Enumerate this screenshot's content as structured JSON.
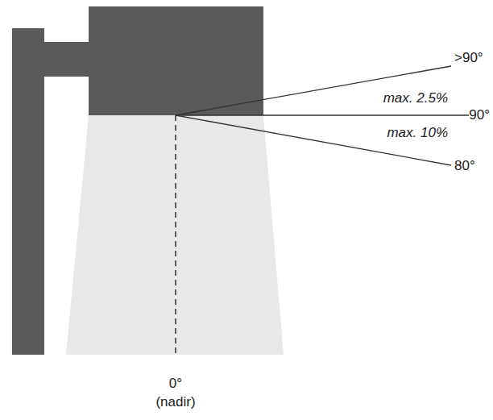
{
  "diagram": {
    "labels": [
      ">90°",
      "max. 2.5%",
      "90°",
      "max. 10%",
      "80°",
      "0°",
      "(nadir)"
    ]
  }
}
